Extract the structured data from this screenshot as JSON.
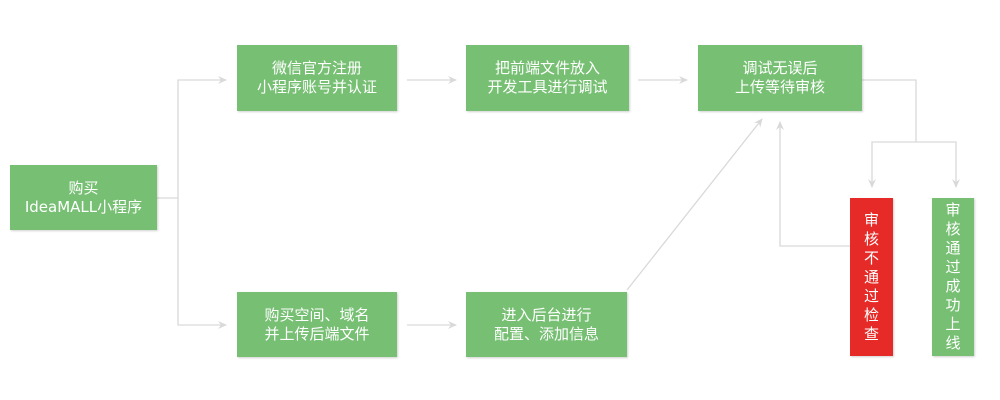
{
  "colors": {
    "node_green": "#76bf73",
    "node_red": "#e52a27",
    "connector": "#d9d9d9"
  },
  "nodes": {
    "buy": "购买\nIdeaMALL小程序",
    "wechat_register": "微信官方注册\n小程序账号并认证",
    "put_frontend": "把前端文件放入\n开发工具进行调试",
    "debug_upload": "调试无误后\n上传等待审核",
    "buy_space": "购买空间、域名\n并上传后端文件",
    "backend_config": "进入后台进行\n配置、添加信息",
    "review_fail": "审核不通过 检查",
    "review_pass": "审核通过 成功上线"
  }
}
